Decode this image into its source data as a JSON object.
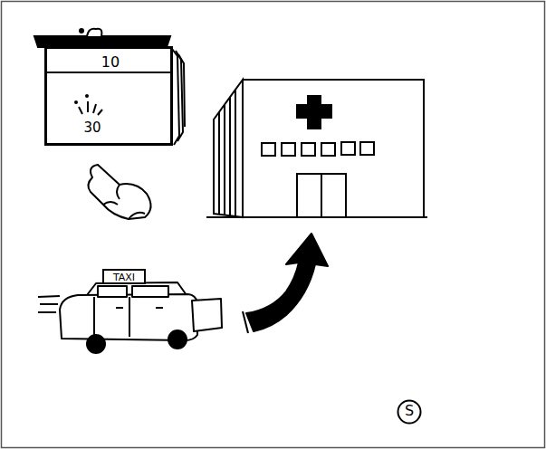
{
  "diagram": {
    "nodes": [
      {
        "text": [
          "10",
          "30"
        ]
      },
      {
        "text": [
          "TAXI"
        ]
      },
      {
        "text": [
          "S"
        ]
      }
    ]
  }
}
